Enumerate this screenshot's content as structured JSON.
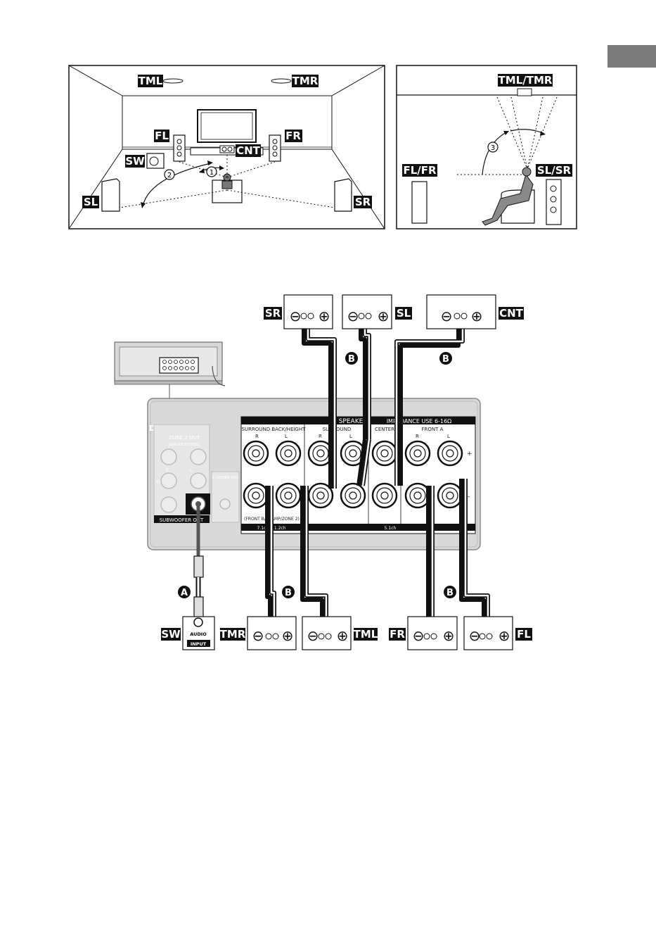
{
  "top_diagrams": {
    "room": {
      "labels": {
        "tml": "TML",
        "tmr": "TMR",
        "fl": "FL",
        "fr": "FR",
        "sw": "SW",
        "cnt": "CNT",
        "sl": "SL",
        "sr": "SR"
      },
      "angle_markers": [
        "1",
        "2"
      ]
    },
    "side": {
      "labels": {
        "tml_tmr": "TML/TMR",
        "fl_fr": "FL/FR",
        "sl_sr": "SL/SR"
      },
      "angle_marker": "3"
    }
  },
  "wiring": {
    "speaker_labels": {
      "sr": "SR",
      "sl": "SL",
      "cnt": "CNT",
      "sw": "SW",
      "tmr": "TMR",
      "tml": "TML",
      "fr": "FR",
      "fl": "FL"
    },
    "cable_markers": {
      "a": "A",
      "b": "B"
    },
    "panel": {
      "speakers_header": "SPEAKERS",
      "impedance": "IMPEDANCE USE 6-16Ω",
      "audio_fragment": "DIO",
      "zone3_out": "ZONE 3 OUT",
      "zone3_sub": "(VARIABLE/FIXED)",
      "center_out": "E-CENTER OUT",
      "subwoofer_out": "SUBWOOFER OUT",
      "tv": "TV",
      "r": "R",
      "l": "L",
      "groups": {
        "surround_back_height": "SURROUND BACK/HEIGHT",
        "surround": "SURROUND",
        "center": "CENTER",
        "front_a": "FRONT A"
      },
      "footer": {
        "front_b_bi_amp": "(FRONT B/BI-AMP/ZONE 2)",
        "ch712": "7.1ch/5.1.2ch",
        "ch51": "5.1ch"
      },
      "plus": "+",
      "minus": "–"
    },
    "subwoofer_input": {
      "line1": "AUDIO",
      "line2": "INPUT"
    },
    "terminal_minus": "⊖",
    "terminal_plus": "⊕"
  }
}
